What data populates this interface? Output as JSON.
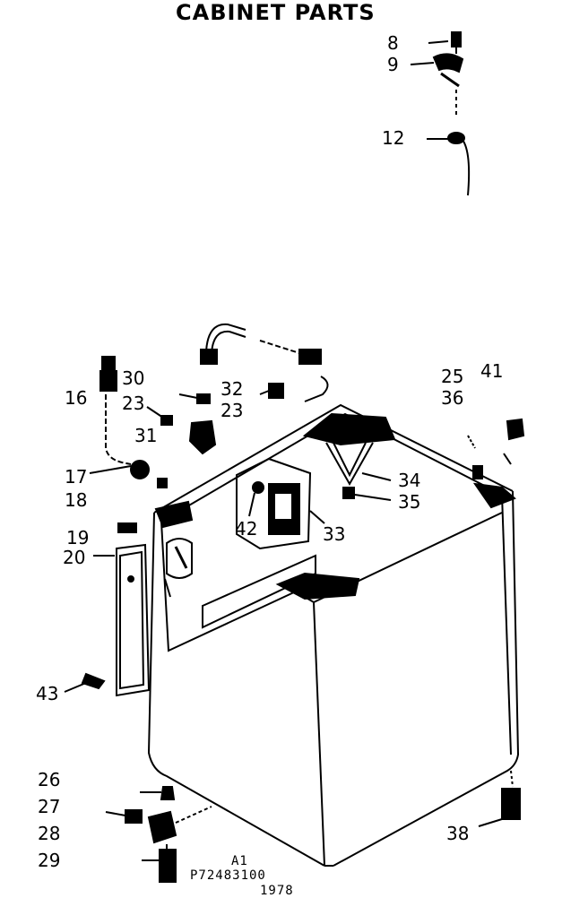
{
  "title": "CABINET PARTS",
  "labels": {
    "p8": "8",
    "p9": "9",
    "p12": "12",
    "p16": "16",
    "p30": "30",
    "p23a": "23",
    "p31": "31",
    "p32": "32",
    "p23b": "23",
    "p25": "25",
    "p36": "36",
    "p41": "41",
    "p17": "17",
    "p18": "18",
    "p19": "19",
    "p20": "20",
    "p34": "34",
    "p35": "35",
    "p33": "33",
    "p42": "42",
    "p43": "43",
    "p26": "26",
    "p27": "27",
    "p28": "28",
    "p29": "29",
    "p38": "38"
  },
  "footer": {
    "line1": "A1",
    "line2": "P72483100",
    "line3": "1978"
  }
}
